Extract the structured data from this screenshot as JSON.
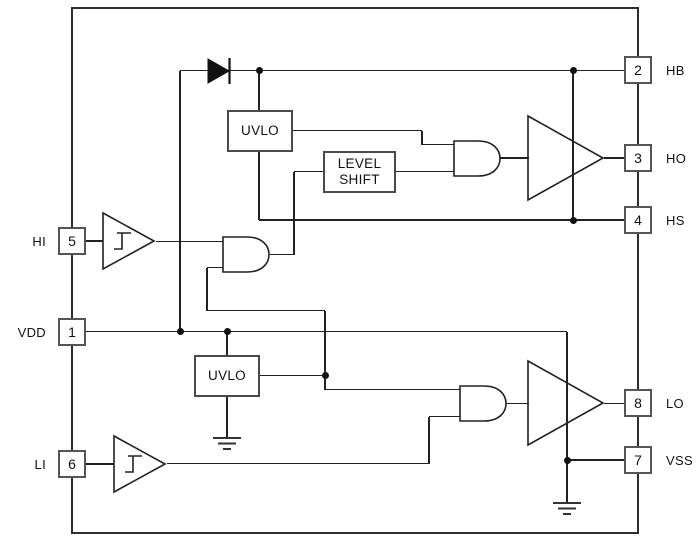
{
  "diagram": {
    "type": "ic-functional-block-diagram",
    "blocks": {
      "uvlo_high": "UVLO",
      "uvlo_low": "UVLO",
      "level_shift": [
        "LEVEL",
        "SHIFT"
      ]
    },
    "pins": {
      "p1": {
        "number": "1",
        "label": "VDD"
      },
      "p2": {
        "number": "2",
        "label": "HB"
      },
      "p3": {
        "number": "3",
        "label": "HO"
      },
      "p4": {
        "number": "4",
        "label": "HS"
      },
      "p5": {
        "number": "5",
        "label": "HI"
      },
      "p6": {
        "number": "6",
        "label": "LI"
      },
      "p7": {
        "number": "7",
        "label": "VSS"
      },
      "p8": {
        "number": "8",
        "label": "LO"
      }
    },
    "colors": {
      "wire": "#222222",
      "boundary": "#2e2e2e",
      "box_border": "#555555",
      "background": "#ffffff"
    }
  }
}
